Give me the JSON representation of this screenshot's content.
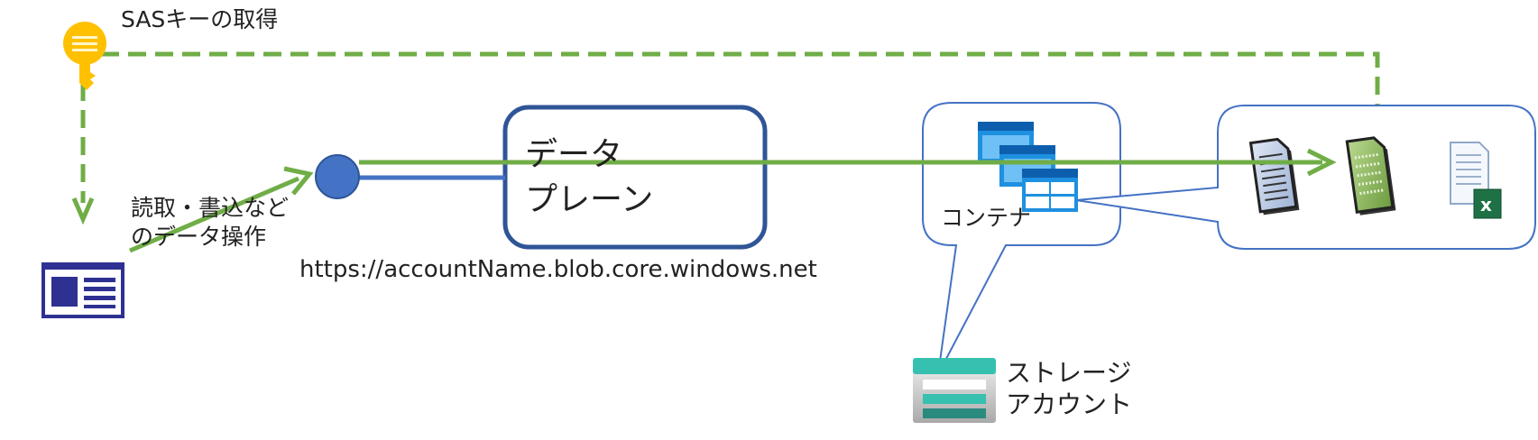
{
  "labels": {
    "sas_key": "SASキーの取得",
    "operations": "読取・書込など\nのデータ操作",
    "endpoint_url": "https://accountName.blob.core.windows.net",
    "data_plane": "データ\nプレーン",
    "container": "コンテナ",
    "storage_account": "ストレージ\nアカウント"
  },
  "colors": {
    "flow_green": "#70AD47",
    "outline_blue": "#4472C4",
    "plane_border": "#2F5597",
    "endpoint_fill": "#4472C4",
    "key_yellow": "#FFC000",
    "client_navy": "#2E3192",
    "azure_blue": "#0078D4",
    "storage_teal": "#36C0B0"
  },
  "icons": [
    "key-icon",
    "client-app-icon",
    "container-icon",
    "document-icon",
    "binary-file-icon",
    "excel-file-icon",
    "storage-account-icon"
  ]
}
